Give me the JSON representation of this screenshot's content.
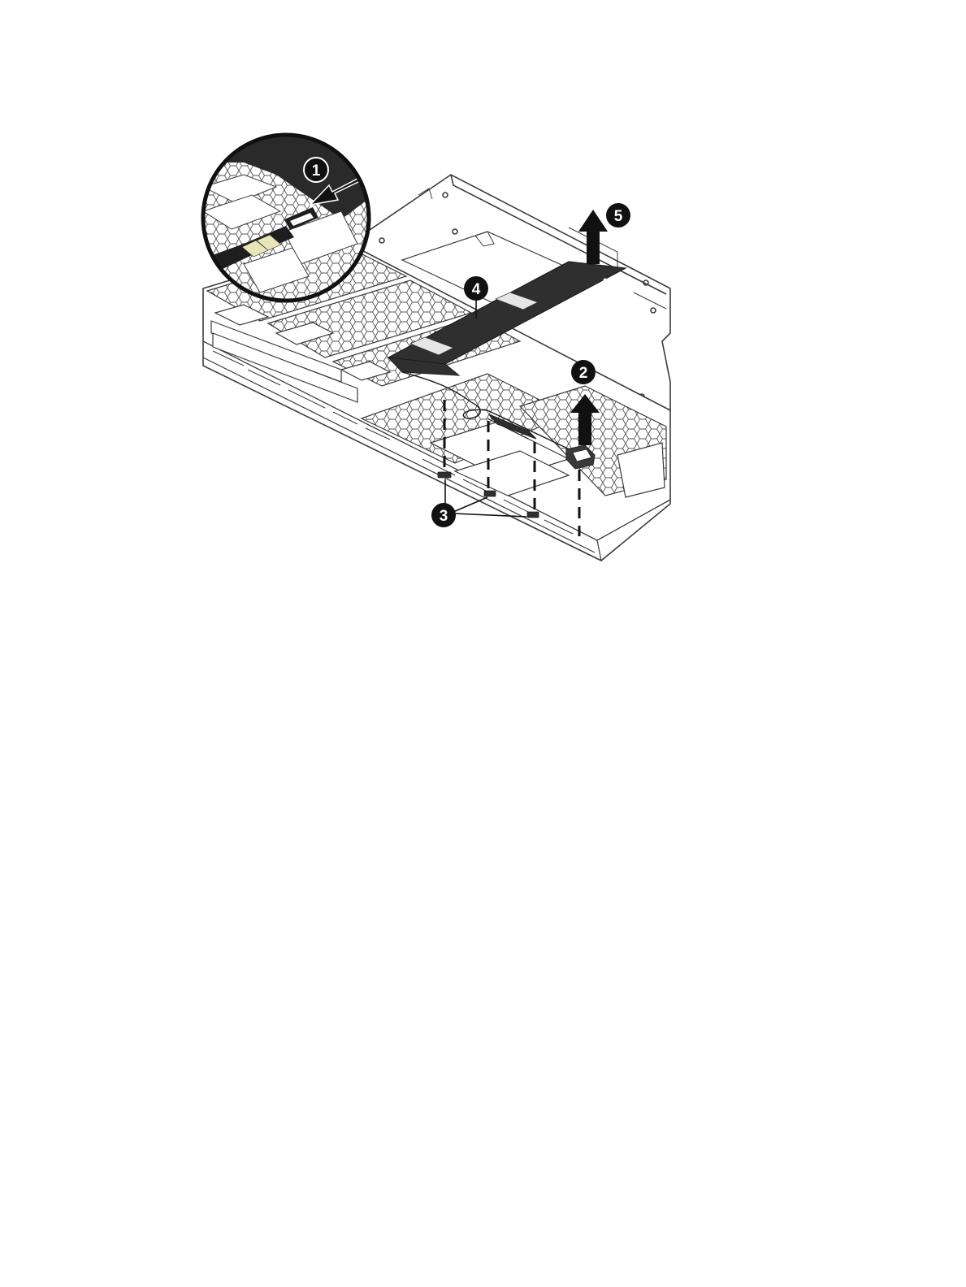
{
  "callouts": [
    {
      "id": "1",
      "label": "1"
    },
    {
      "id": "2",
      "label": "2"
    },
    {
      "id": "3",
      "label": "3"
    },
    {
      "id": "4",
      "label": "4"
    },
    {
      "id": "5",
      "label": "5"
    }
  ],
  "colors": {
    "background": "#ffffff",
    "line_art": "#3a3a3a",
    "cable": "#2f2f2f",
    "callout_fill": "#111111",
    "callout_text": "#ffffff"
  }
}
